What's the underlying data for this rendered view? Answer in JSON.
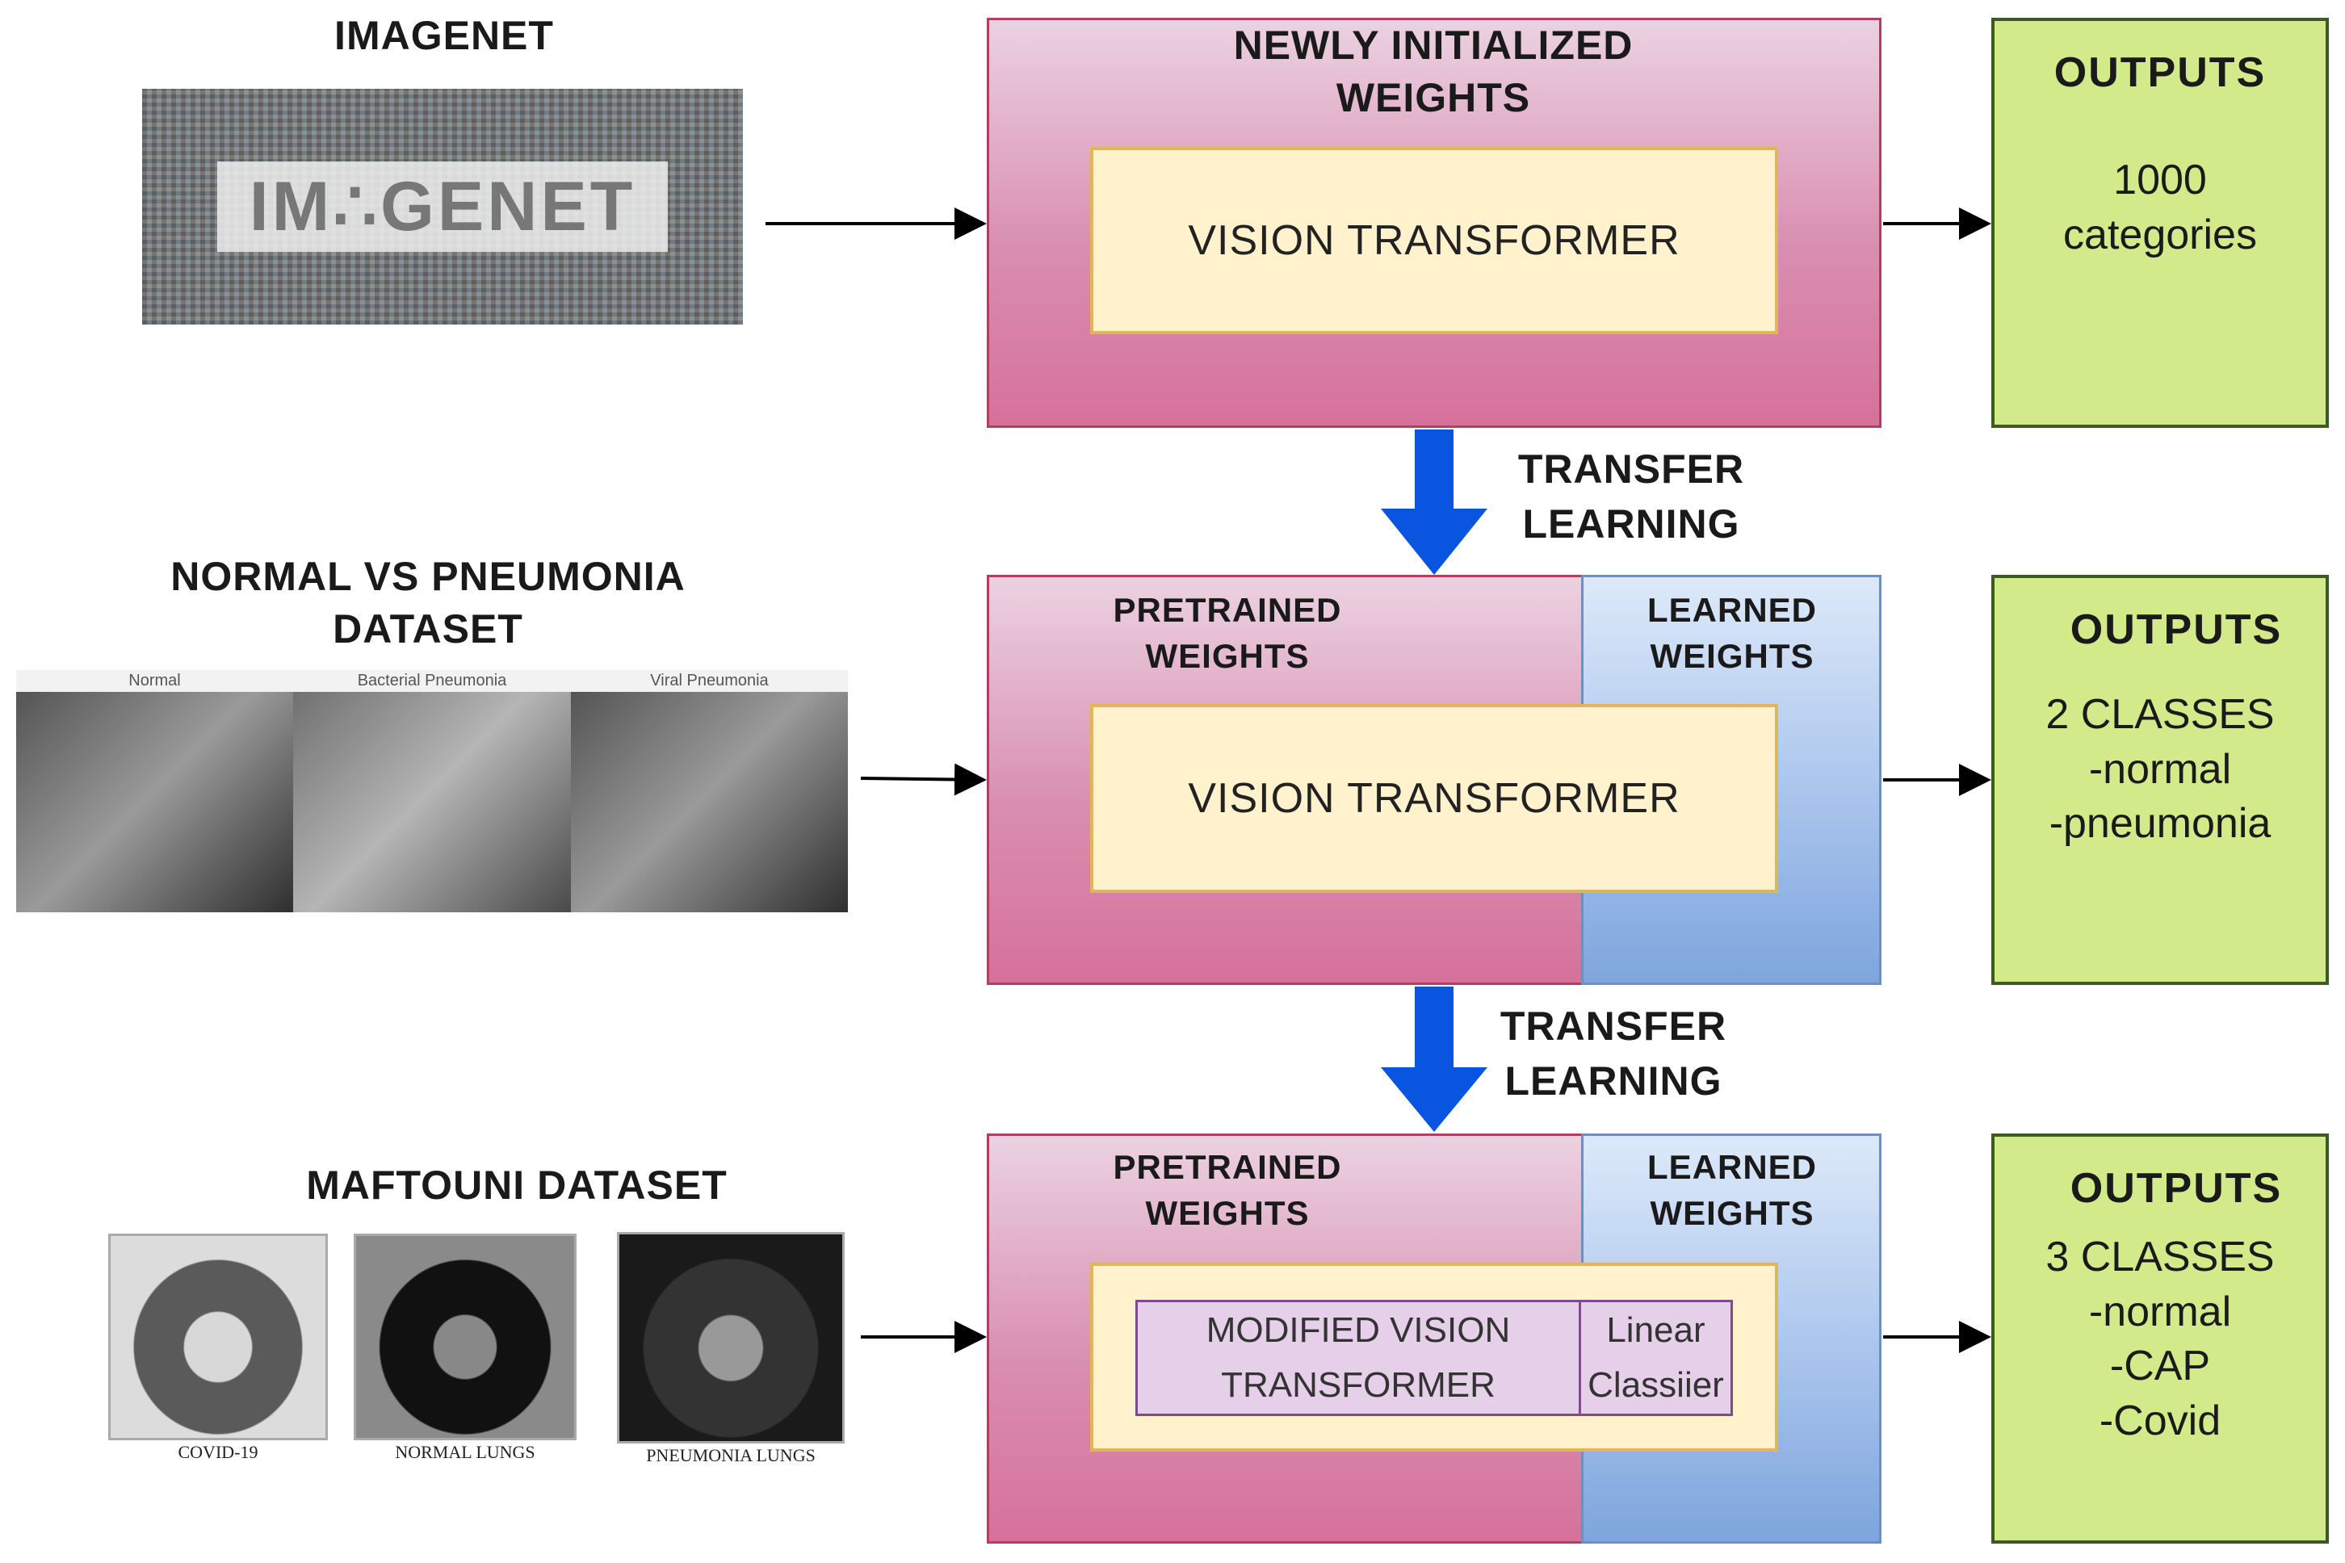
{
  "left": {
    "imagenet_title": "IMAGENET",
    "imagenet_logo": "IM∴GENET",
    "pneumonia_title_1": "NORMAL VS PNEUMONIA",
    "pneumonia_title_2": "DATASET",
    "pneumonia_captions": [
      "Normal",
      "Bacterial Pneumonia",
      "Viral Pneumonia"
    ],
    "maftouni_title": "MAFTOUNI DATASET",
    "maftouni_captions": [
      "COVID-19",
      "NORMAL LUNGS",
      "PNEUMONIA LUNGS"
    ]
  },
  "stage1": {
    "title_1": "NEWLY INITIALIZED",
    "title_2": "WEIGHTS",
    "inner": "VISION TRANSFORMER",
    "outputs_title": "OUTPUTS",
    "outputs_1": "1000",
    "outputs_2": "categories"
  },
  "transfer1": {
    "line1": "TRANSFER",
    "line2": "LEARNING"
  },
  "stage2": {
    "pretrained_1": "PRETRAINED",
    "pretrained_2": "WEIGHTS",
    "learned_1": "LEARNED",
    "learned_2": "WEIGHTS",
    "inner": "VISION TRANSFORMER",
    "outputs_title": "OUTPUTS",
    "outputs_lines": [
      "2 CLASSES",
      "-normal",
      "-pneumonia"
    ]
  },
  "transfer2": {
    "line1": "TRANSFER",
    "line2": "LEARNING"
  },
  "stage3": {
    "pretrained_1": "PRETRAINED",
    "pretrained_2": "WEIGHTS",
    "learned_1": "LEARNED",
    "learned_2": "WEIGHTS",
    "mvt_1": "MODIFIED VISION",
    "mvt_2": "TRANSFORMER",
    "lc_1": "Linear",
    "lc_2": "Classiier",
    "outputs_title": "OUTPUTS",
    "outputs_lines": [
      "3 CLASSES",
      "-normal",
      "-CAP",
      "-Covid"
    ]
  },
  "colors": {
    "pretrained_border": "#b0405f",
    "learned_border": "#6d8fc4",
    "inner_fill": "#fff2cc",
    "output_fill": "#d3ea8b",
    "transfer_arrow": "#0a55e0"
  }
}
